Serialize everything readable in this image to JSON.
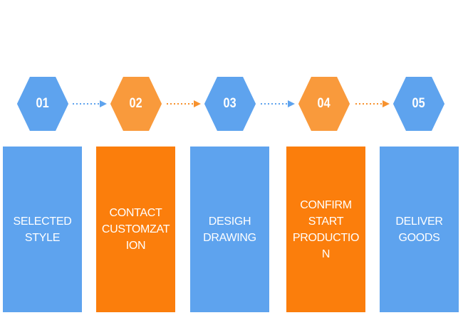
{
  "colors": {
    "blue": "#5ea3ee",
    "orange_hex": "#f99a3c",
    "orange_card": "#fb7e0c",
    "arrow_blue": "#5ea3ee",
    "arrow_orange": "#f7922e"
  },
  "steps": [
    {
      "number": "01",
      "label": "SELECTED\nSTYLE",
      "color": "blue"
    },
    {
      "number": "02",
      "label": "CONTACT\nCUSTOMZAT\nION",
      "color": "orange"
    },
    {
      "number": "03",
      "label": "DESIGH\nDRAWING",
      "color": "blue"
    },
    {
      "number": "04",
      "label": "CONFIRM\nSTART\nPRODUCTIO\nN",
      "color": "orange"
    },
    {
      "number": "05",
      "label": "DELIVER\nGOODS",
      "color": "blue"
    }
  ],
  "connectors": [
    {
      "from": "01",
      "to": "02",
      "color": "blue"
    },
    {
      "from": "02",
      "to": "03",
      "color": "orange"
    },
    {
      "from": "03",
      "to": "04",
      "color": "blue"
    },
    {
      "from": "04",
      "to": "05",
      "color": "orange"
    }
  ]
}
